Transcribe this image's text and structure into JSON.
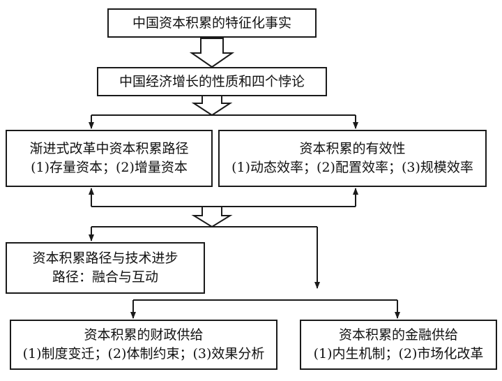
{
  "nodes": {
    "top": "中国资本积累的特征化事实",
    "growth": "中国经济增长的性质和四个悖论",
    "reform": {
      "line1": "渐进式改革中资本积累路径",
      "line2": "(1)存量资本；(2)增量资本"
    },
    "efficiency": {
      "line1": "资本积累的有效性",
      "line2": "(1)动态效率；(2)配置效率；(3)规模效率"
    },
    "tech": {
      "line1": "资本积累路径与技术进步",
      "line2": "路径：融合与互动"
    },
    "fiscal": {
      "line1": "资本积累的财政供给",
      "line2": "(1)制度变迁；(2)体制约束；(3)效果分析"
    },
    "finance": {
      "line1": "资本积累的金融供给",
      "line2": "(1)内生机制；(2)市场化改革"
    }
  }
}
